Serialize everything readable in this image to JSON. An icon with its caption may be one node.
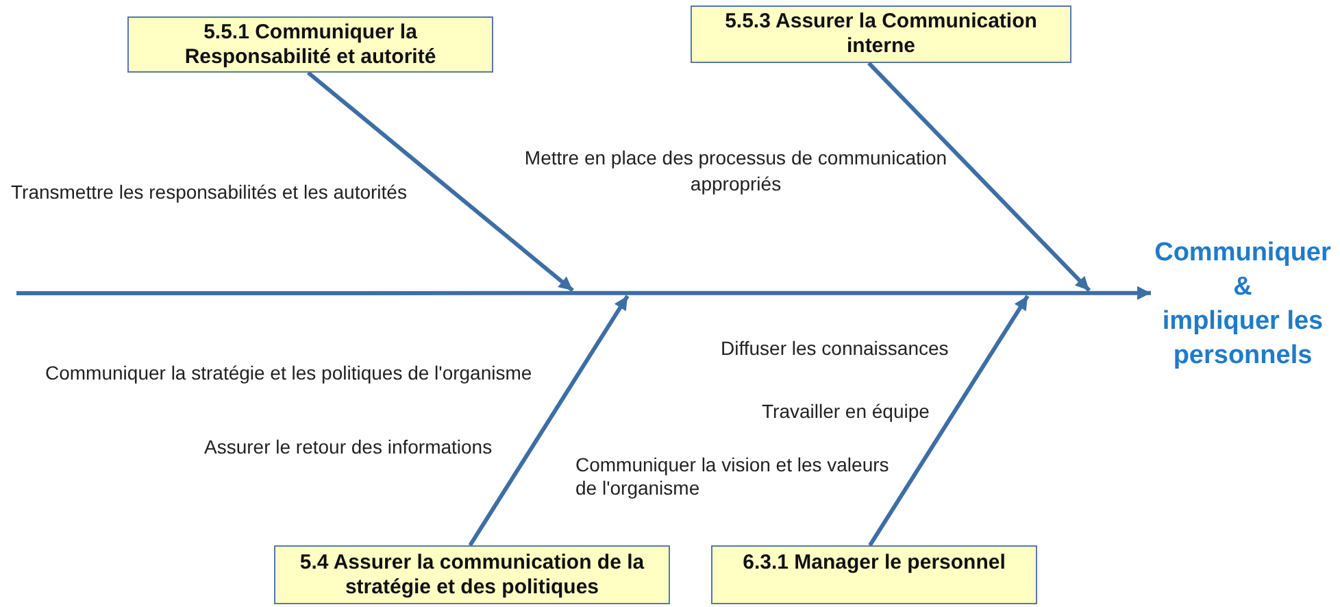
{
  "diagram": {
    "nodes": [
      {
        "text": [
          "5.5.1 Communiquer la Responsabilité et autorité"
        ]
      },
      {
        "text": [
          "5.5.3 Assurer la Communication interne"
        ]
      },
      {
        "text": [
          "Communiquer & impliquer les personnels"
        ]
      },
      {
        "text": [
          "5.4 Assurer la communication de la stratégie et des politiques"
        ]
      },
      {
        "text": [
          "6.3.1 Manager le personnel"
        ]
      }
    ],
    "edges": [
      {
        "from": null,
        "to": 2,
        "arrow": "to"
      },
      {
        "from": 0,
        "to": null,
        "arrow": "to"
      },
      {
        "from": 1,
        "to": null,
        "arrow": "to"
      },
      {
        "from": 3,
        "to": null,
        "arrow": "to"
      },
      {
        "from": 4,
        "to": null,
        "arrow": "to"
      }
    ],
    "labels": [
      "Mettre en place des processus de communication appropriés",
      "Transmettre les responsabilités et les autorités",
      "Diffuser les connaissances",
      "Communiquer la stratégie et les politiques de l'organisme",
      "Travailler en équipe",
      "Assurer le retour des informations",
      "Communiquer la vision et les valeurs de l'organisme"
    ]
  }
}
